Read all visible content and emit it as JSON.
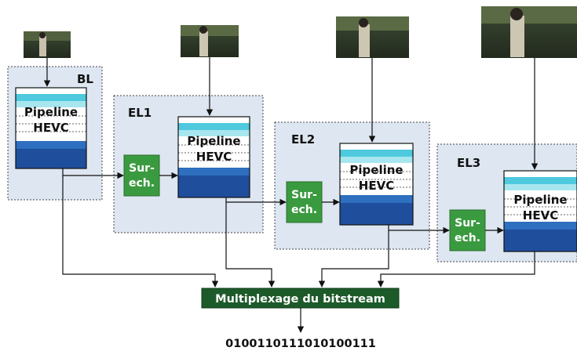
{
  "layers": [
    {
      "label": "BL",
      "pipeline_line1": "Pipeline",
      "pipeline_line2": "HEVC"
    },
    {
      "label": "EL1",
      "pipeline_line1": "Pipeline",
      "pipeline_line2": "HEVC",
      "upsample_line1": "Sur-",
      "upsample_line2": "ech."
    },
    {
      "label": "EL2",
      "pipeline_line1": "Pipeline",
      "pipeline_line2": "HEVC",
      "upsample_line1": "Sur-",
      "upsample_line2": "ech."
    },
    {
      "label": "EL3",
      "pipeline_line1": "Pipeline",
      "pipeline_line2": "HEVC",
      "upsample_line1": "Sur-",
      "upsample_line2": "ech."
    }
  ],
  "multiplexer": "Multiplexage du bitstream",
  "bitstream": "0100110111010100111",
  "colors": {
    "layer_bg": "#dde6f1",
    "upsample": "#3a9a3f",
    "multiplexer": "#1d5a2a",
    "pipeline_dark": "#1f4e9c",
    "pipeline_cyan": "#4ec9dd",
    "pipeline_light_cyan": "#a8e6ef"
  }
}
